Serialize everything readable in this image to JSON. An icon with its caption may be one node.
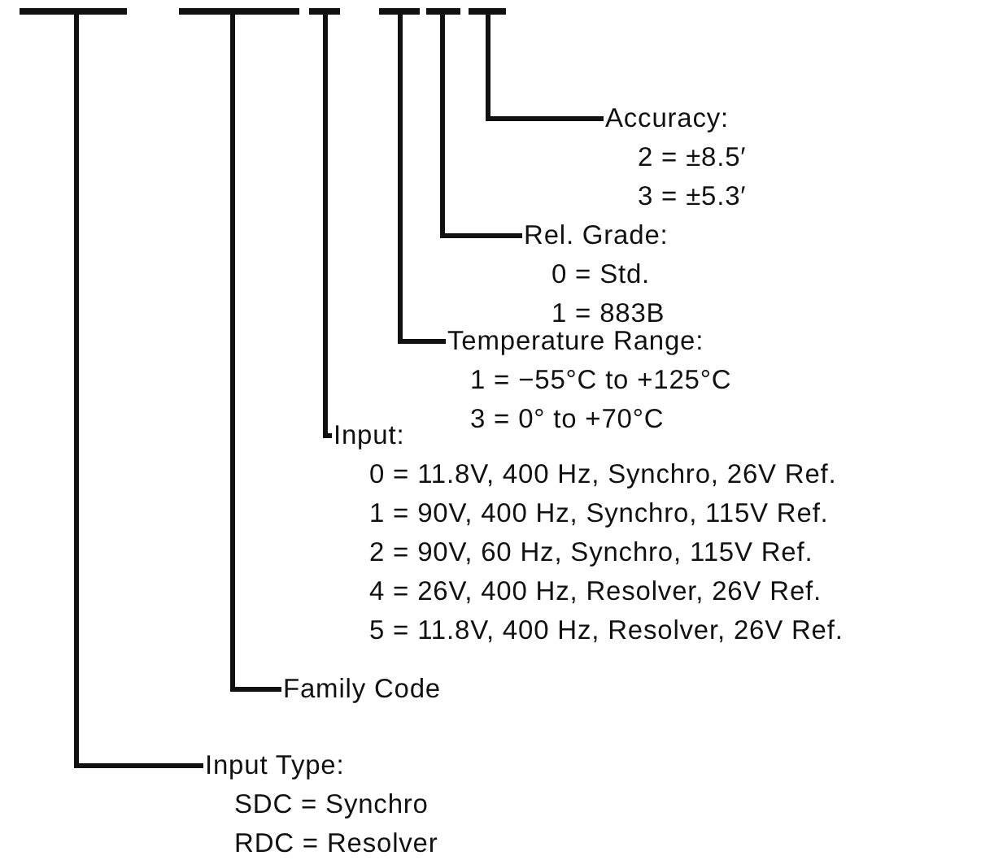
{
  "diagram": {
    "nodes": [
      {
        "text": [],
        "shape": "bar"
      },
      {
        "text": [],
        "shape": "bar"
      },
      {
        "text": [],
        "shape": "bar"
      },
      {
        "text": [],
        "shape": "bar"
      },
      {
        "text": [],
        "shape": "bar"
      },
      {
        "text": [],
        "shape": "bar"
      },
      {
        "text": [
          "Accuracy:",
          "2 = ±8.5′",
          "3 = ±5.3′"
        ]
      },
      {
        "text": [
          "Rel. Grade:",
          "0 = Std.",
          "1 = 883B"
        ]
      },
      {
        "text": [
          "Temperature Range:",
          "1 = −55°C to +125°C",
          "3 = 0° to +70°C"
        ]
      },
      {
        "text": [
          "Input:",
          "0 = 11.8V, 400 Hz, Synchro, 26V Ref.",
          "1 = 90V, 400 Hz, Synchro, 115V Ref.",
          "2 = 90V, 60 Hz, Synchro, 115V Ref.",
          "4 = 26V, 400 Hz, Resolver, 26V Ref.",
          "5 = 11.8V, 400 Hz, Resolver, 26V Ref."
        ]
      },
      {
        "text": [
          "Family Code"
        ]
      },
      {
        "text": [
          "Input Type:",
          "SDC = Synchro",
          "RDC = Resolver"
        ]
      }
    ],
    "edges": [
      {
        "from": 5,
        "to": 6,
        "arrow": "none"
      },
      {
        "from": 4,
        "to": 7,
        "arrow": "none"
      },
      {
        "from": 3,
        "to": 8,
        "arrow": "none"
      },
      {
        "from": 2,
        "to": 9,
        "arrow": "none"
      },
      {
        "from": 1,
        "to": 10,
        "arrow": "none"
      },
      {
        "from": 0,
        "to": 11,
        "arrow": "none"
      }
    ]
  }
}
